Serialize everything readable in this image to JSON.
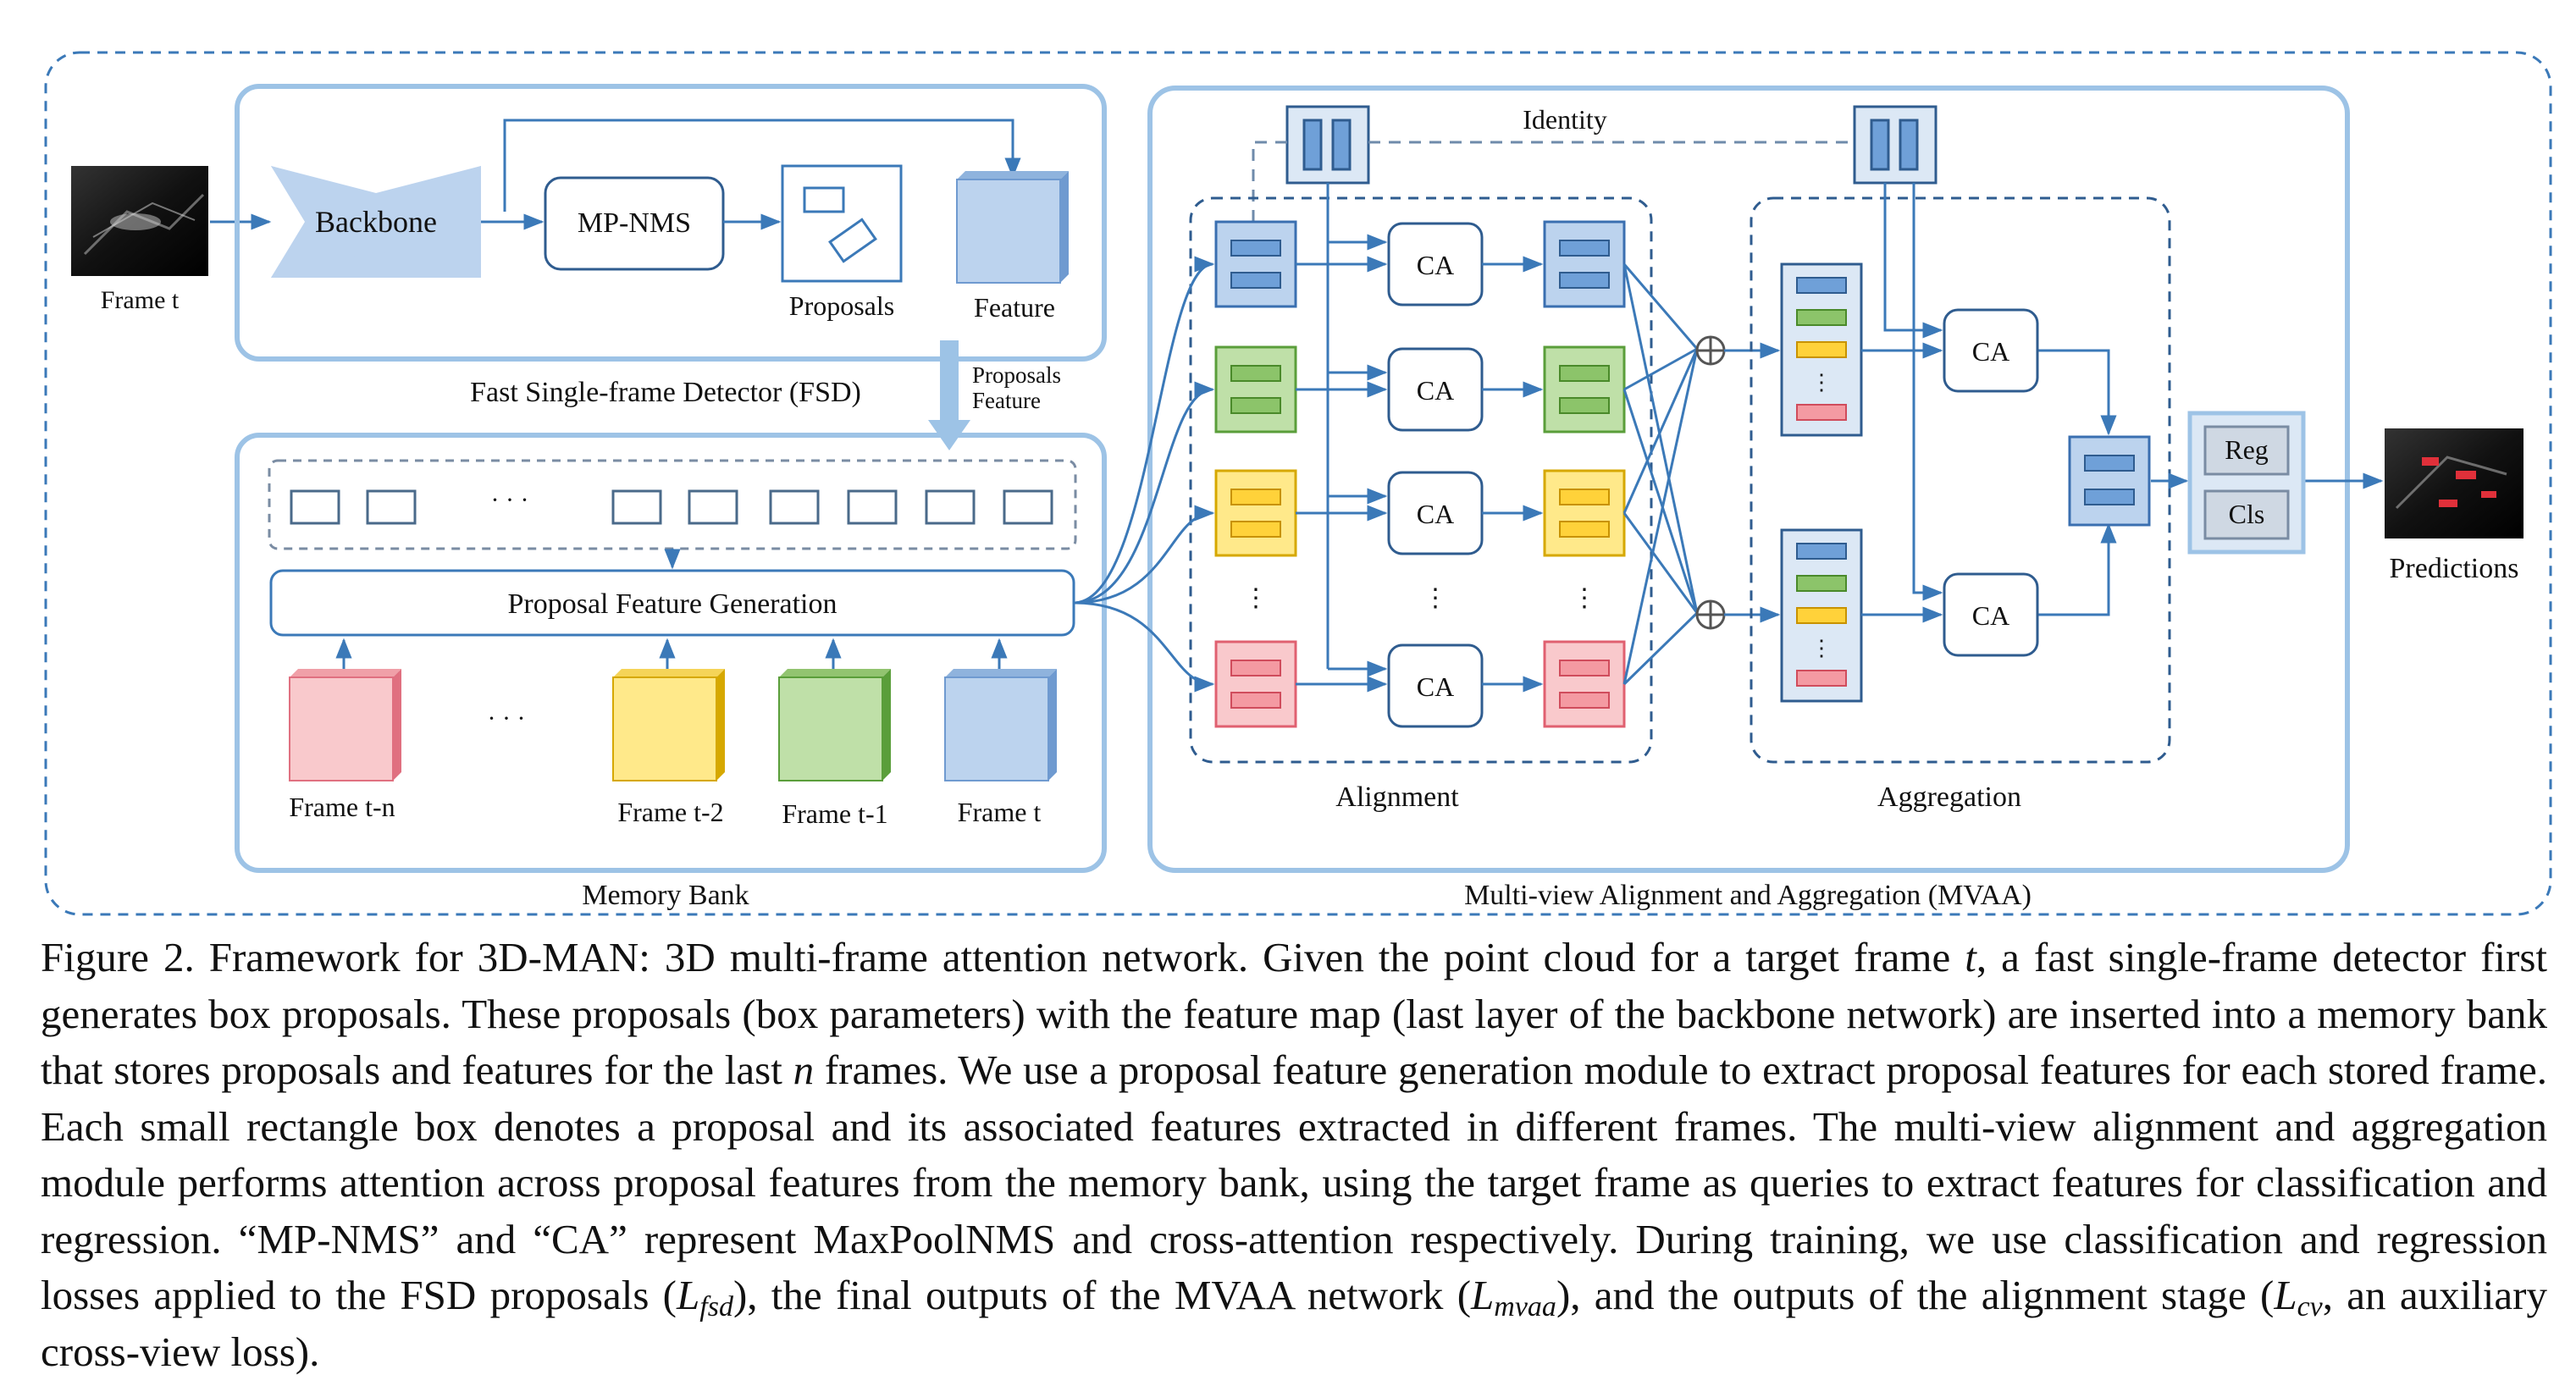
{
  "frame_input": {
    "label": "Frame t"
  },
  "fsd": {
    "backbone": "Backbone",
    "mpnms": "MP-NMS",
    "proposals": "Proposals",
    "feature": "Feature",
    "title": "Fast Single-frame Detector (FSD)"
  },
  "transfer_label": {
    "line1": "Proposals",
    "line2": "Feature"
  },
  "memory_bank": {
    "title": "Memory Bank",
    "pfg": "Proposal Feature Generation",
    "ellipsis": "· · ·",
    "frames": [
      "Frame t-n",
      "Frame t-2",
      "Frame t-1",
      "Frame t"
    ]
  },
  "mvaa": {
    "title": "Multi-view Alignment and Aggregation (MVAA)",
    "identity": "Identity",
    "alignment": "Alignment",
    "aggregation": "Aggregation",
    "ca": "CA",
    "vdots": "⋮",
    "reg": "Reg",
    "cls": "Cls",
    "predictions": "Predictions"
  },
  "colors": {
    "blue": "#bcd3ee",
    "blue_dark": "#3a6fb0",
    "green": "#bfe0a8",
    "green_dark": "#5a9e3a",
    "yellow": "#ffe98a",
    "yellow_dark": "#d6a800",
    "red": "#f9c9cc",
    "red_dark": "#e06070",
    "outline": "#9dc3e6",
    "arrow": "#3b79b8"
  },
  "caption": {
    "fig": "Figure 2. Framework for 3D-MAN: 3D multi-frame attention network.",
    "p1": " Given the point cloud for a target frame ",
    "var_t": "t",
    "p2": ", a fast single-frame detector first generates box proposals. These proposals (box parameters) with the feature map (last layer of the backbone network) are inserted into a memory bank that stores proposals and features for the last ",
    "var_n": "n",
    "p3": " frames. We use a proposal feature generation module to extract proposal features for each stored frame. Each small rectangle box denotes a proposal and its associated features extracted in different frames. The multi-view alignment and aggregation module performs attention across proposal features from the memory bank, using the target frame as queries to extract features for classification and regression. “MP-NMS” and “CA” represent MaxPoolNMS and cross-attention respectively. During training, we use classification and regression losses applied to the FSD proposals (",
    "L": "L",
    "sub_fsd": "fsd",
    "p4": "), the final outputs of the MVAA network (",
    "sub_mvaa": "mvaa",
    "p5": "), and the outputs of the alignment stage (",
    "sub_cv": "cv",
    "p6": ", an auxiliary cross-view loss)."
  }
}
